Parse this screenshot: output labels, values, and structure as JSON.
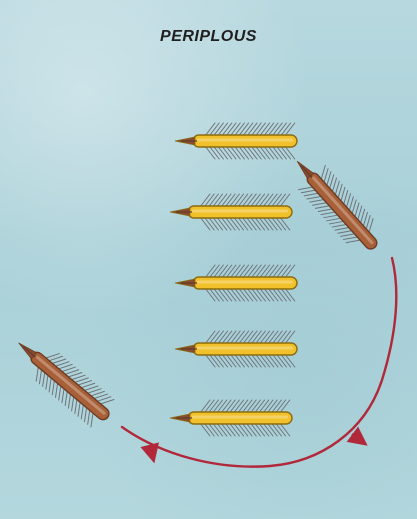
{
  "figure": {
    "title": "PERIPLOUS"
  },
  "colors": {
    "sea": "#a9d0d8",
    "attack_path": "#b0283a",
    "fleet_ship_hull": "#f0c12a",
    "attacker_ship_hull": "#a86038",
    "oar_hatching": "#6f7378"
  },
  "ships": {
    "fleet_count": 5,
    "attacker_count": 2
  }
}
